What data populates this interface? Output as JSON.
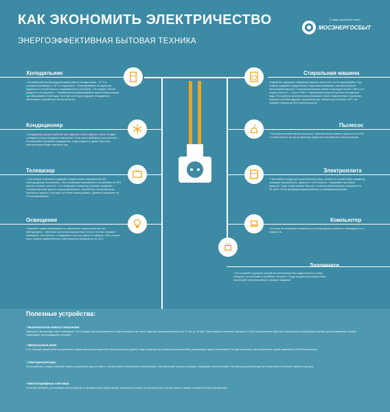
{
  "header": {
    "title": "КАК ЭКОНОМИТЬ ЭЛЕКТРИЧЕСТВО",
    "subtitle": "ЭНЕРГОЭФФЕКТИВНАЯ БЫТОВАЯ ТЕХНИКА",
    "logo_text": "МОСЭНЕРГОСБЫТ",
    "logo_tagline": "С нами приходит свет!"
  },
  "sections": {
    "fridge": {
      "title": "Холодильник",
      "text": "• Оптимальный температурный режим работы холодильника - +5 °C в холодильной камере и -18 °C в морозилке. • Устанавливайте холодильник подальше от отопительных и нагревательных устройств. • Не кладите тёплые продукты в холодильник. • Своевременно размораживайте морозильную камеру при образовании в ней льда. Толстый слой льда ухудшает охлаждение и увеличивает потребление электроэнергии."
    },
    "ac": {
      "title": "Кондиционер",
      "text": "• Кондиционер должен работать при закрытых окнах и дверях, иначе он будет охлаждать улицу или другие помещения, в том числе свободное пространство. • Не забывайте выключать кондиционер, когда уходите из дома. При этом электроэнергия будет тратиться зря."
    },
    "tv": {
      "title": "Телевизор",
      "text": "• При выборе телевизора отдавайте предпочтение современным LED (светодиодным) технологиям. LED-телевизоры экономичнее и потребляют на 40% меньше энергии, чем LCD. • Не оставляйте телевизор в режиме ожидания. • Слишком высокая яркость экрана увеличивает потребление электроэнергии. Уменьшите яркость и контраст на более низкий уровень. Дневное освещение на 2% электроэнергии."
    },
    "light": {
      "title": "Освещение",
      "text": "• Замените лампы накаливания на компактные люминесцентные или светодиодные. • Цветовые или сильноокрашенные стены и потолки отражают освещение, чем светлые. • Содержите в чистоте лампы и плафоны. Пыль и грязь могут снизить эффективность осветительных приборов на 10–30%."
    },
    "washer": {
      "title": "Стиральная машина",
      "text": "Старайтесь загружать стиральную машину полностью, но не перегружайте. При покупке отдавайте предпочтение стиральным машинам с высоким классом энергоэффективности. Стиральная машина класса А расходует менее 1 кВт*ч за 1 стирку, класса G — почти 2 кВт*ч. Львиная доля энергии тратится на подогрев воды. Пользуйтесь экономичными режимами стирки. Современные стиральные порошки способны удалять загрязнения при температуре не более 40°C, что позволит снизить до 50% электроэнергии."
    },
    "vacuum": {
      "title": "Пылесос",
      "text": "• Регулярно меняйте мешок пылесоса. Забитый мешок снижает мощность на 40%. Соответственно, на эту же величину возрастает потребление электроэнергии."
    },
    "stove": {
      "title": "Электроплита",
      "text": "• При выборе посуды для приготовления пищи, которая не соответствует диаметру конфорки электроплиты, теряется 5–10% энергии. • Закрывайте кастрюлю крышкой. Тогда и вода закипит быстрее, и расход электроэнергии снижается на 20–30%. После закипания переключайтесь на минимальный режим."
    },
    "computer": {
      "title": "Компьютер",
      "text": "• Если вы не используете компьютер в течение долгого времени, переводите его в режим сна."
    },
    "remember": {
      "title": "Запомните",
      "text": "• Не оставляйте зарядное устройство включенным без подключенного к нему аппарата, оно всё равно потребляет энергию! • Уходя из дома или ложась спать, выключайте электроприборы в режиме ожидания."
    }
  },
  "useful": {
    "heading": "Полезные устройства:",
    "items": [
      {
        "title": "• Выключатели нового поколения",
        "text": "Однократно включающие свет в помещении. Они оснащены датчиком движения и сами отключают свет через заданный промежуток времени (от 10 сек. до 15 мин). Такие приборы позволяют экономить 14-20% электроэнергии. Для этого используются инфракрасные датчики (датчик движения), которые срабатывают на передвижение человека."
      },
      {
        "title": "• Импульсные реле",
        "text": "С их помощью осуществляется управление освещением из нескольких мест. Импульсное реле удобно, когда в квартире есть несколько выключателей, управляющих одним светильником. Выходя из комнаты, свет выключается одним нажатием на любой выключатель."
      },
      {
        "title": "• Светорегуляторы",
        "text": "Это устройства, которые позволяют плавно регулировать яркость ламп и, соответственно, потребление электроэнергии. Они уменьшают нагрузку на лампу и продлевают срок её службы. Светорегулятор рекомендуется использовать в гостиной, спальне и детской."
      },
      {
        "title": "• Многотарифные счётчики",
        "text": "Установка приборов, учитывающих электроэнергию по времени суток, предоставляет возможность платить за электричество в ночные часы по тарифу, который в четыре раза дешевле."
      }
    ]
  }
}
